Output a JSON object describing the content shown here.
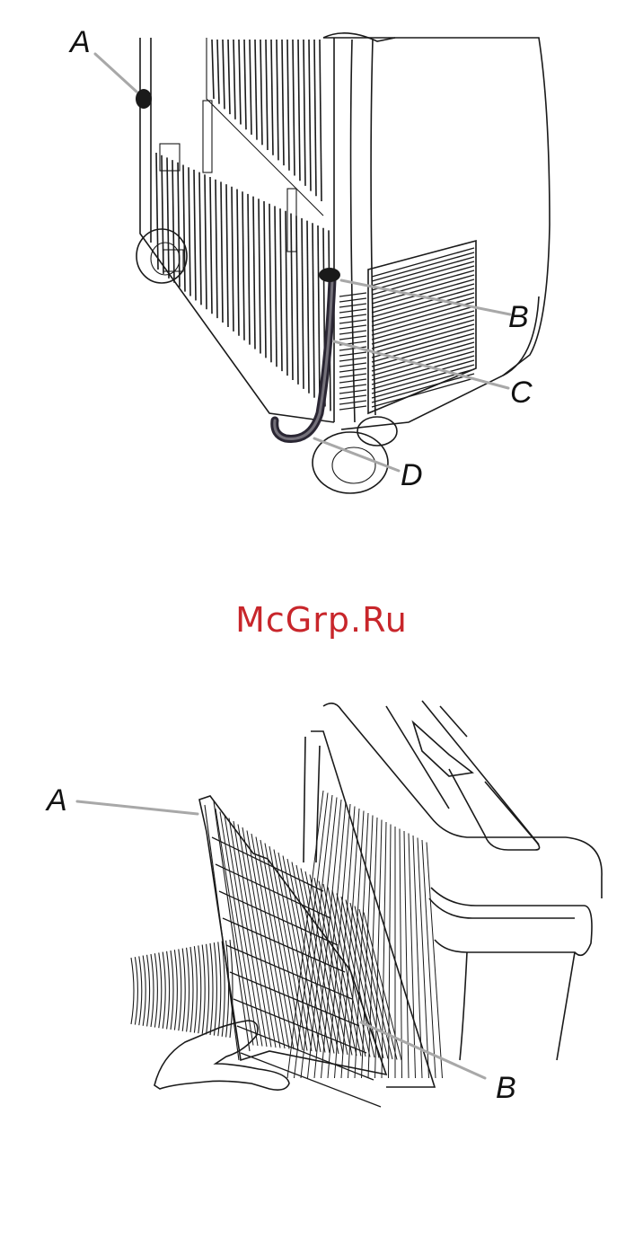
{
  "figure_top": {
    "callouts": {
      "a": "A",
      "b": "B",
      "c": "C",
      "d": "D"
    }
  },
  "watermark": "McGrp.Ru",
  "figure_bottom": {
    "callouts": {
      "a": "A",
      "b": "B"
    }
  },
  "colors": {
    "watermark": "#c8262b",
    "leader_line": "#a8a8a8",
    "line_art": "#1a1a1a",
    "hose": "#2a2633"
  }
}
